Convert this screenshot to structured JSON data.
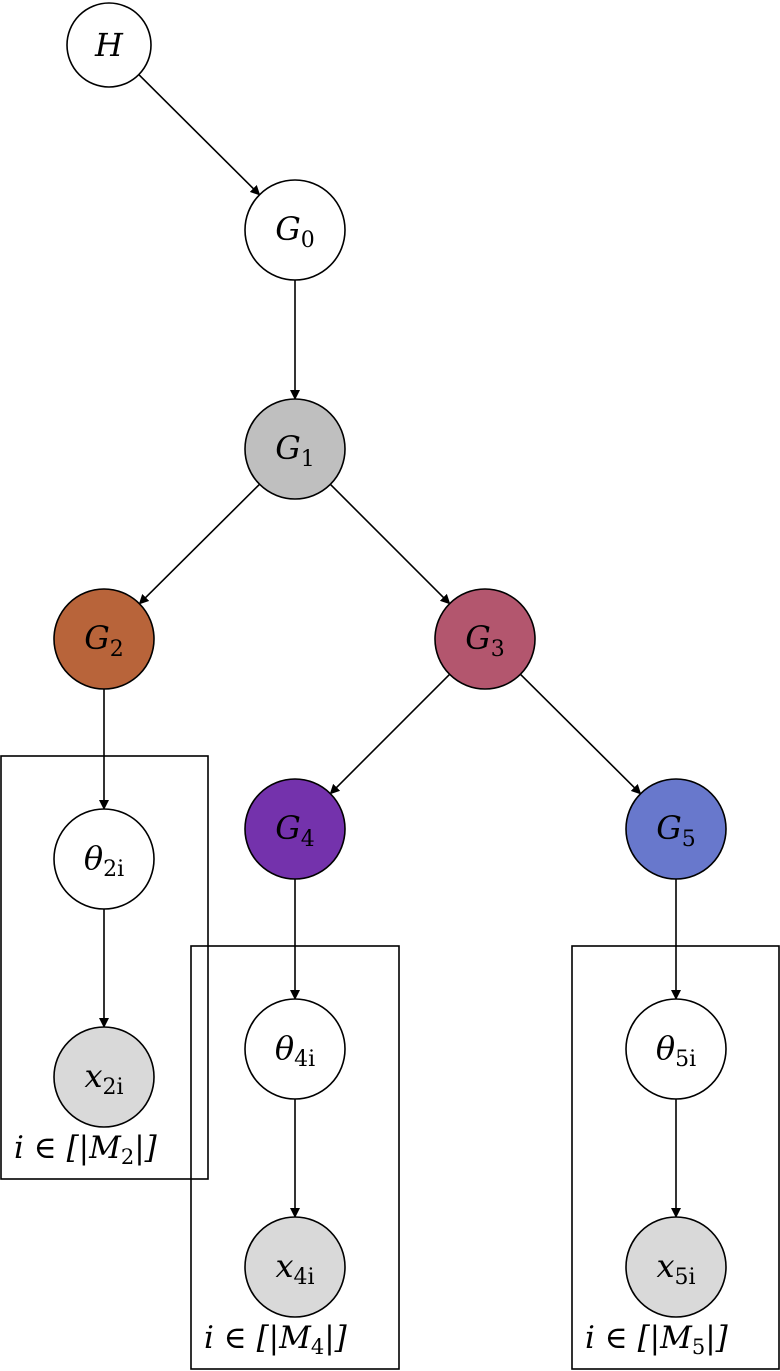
{
  "nodes": {
    "H": {
      "name": "H",
      "sub": "",
      "fill": "#ffffff"
    },
    "G0": {
      "name": "G",
      "sub": "0",
      "fill": "#ffffff"
    },
    "G1": {
      "name": "G",
      "sub": "1",
      "fill": "#bfbfbf"
    },
    "G2": {
      "name": "G",
      "sub": "2",
      "fill": "#b8643a"
    },
    "G3": {
      "name": "G",
      "sub": "3",
      "fill": "#b3566e"
    },
    "G4": {
      "name": "G",
      "sub": "4",
      "fill": "#7432ac"
    },
    "G5": {
      "name": "G",
      "sub": "5",
      "fill": "#6878cc"
    },
    "t2": {
      "name": "θ",
      "sub": "2i",
      "fill": "#ffffff"
    },
    "x2": {
      "name": "x",
      "sub": "2i",
      "fill": "#d9d9d9"
    },
    "t4": {
      "name": "θ",
      "sub": "4i",
      "fill": "#ffffff"
    },
    "x4": {
      "name": "x",
      "sub": "4i",
      "fill": "#d9d9d9"
    },
    "t5": {
      "name": "θ",
      "sub": "5i",
      "fill": "#ffffff"
    },
    "x5": {
      "name": "x",
      "sub": "5i",
      "fill": "#d9d9d9"
    }
  },
  "edges": [
    [
      "H",
      "G0"
    ],
    [
      "G0",
      "G1"
    ],
    [
      "G1",
      "G2"
    ],
    [
      "G1",
      "G3"
    ],
    [
      "G3",
      "G4"
    ],
    [
      "G3",
      "G5"
    ],
    [
      "G2",
      "t2"
    ],
    [
      "t2",
      "x2"
    ],
    [
      "G4",
      "t4"
    ],
    [
      "t4",
      "x4"
    ],
    [
      "G5",
      "t5"
    ],
    [
      "t5",
      "x5"
    ]
  ],
  "plates": {
    "p2": {
      "pre": "i ∈ [|M",
      "sub": "2",
      "post": "|]"
    },
    "p4": {
      "pre": "i ∈ [|M",
      "sub": "4",
      "post": "|]"
    },
    "p5": {
      "pre": "i ∈ [|M",
      "sub": "5",
      "post": "|]"
    }
  }
}
